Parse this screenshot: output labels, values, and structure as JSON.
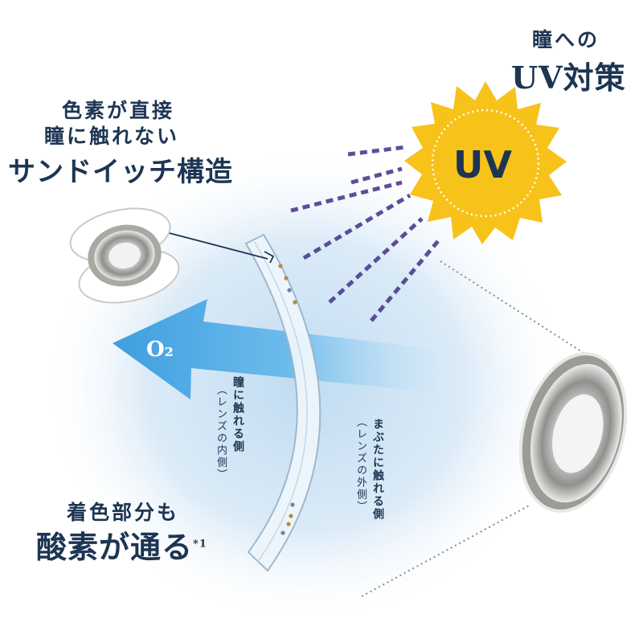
{
  "diagram": {
    "uv_heading": {
      "line1": "瞳への",
      "line2": "UV対策"
    },
    "sandwich_heading": {
      "line1": "色素が直接",
      "line2": "瞳に触れない",
      "line3": "サンドイッチ構造"
    },
    "oxygen_heading": {
      "line1": "着色部分も",
      "line2": "酸素が通る",
      "footnote": "*1"
    },
    "sun_label": "UV",
    "oxygen_arrow_label": "O₂",
    "inner_side_label": {
      "line1": "瞳に触れる側",
      "line2": "（レンズの内側）"
    },
    "outer_side_label": {
      "line1": "まぶたに触れる側",
      "line2": "（レンズの外側）"
    },
    "colors": {
      "text": "#1d3553",
      "sun": "#f7c21a",
      "uv_rays": "#4b3d8f",
      "oxygen_arrow": "#4aa7e3",
      "glow": "#bcd9f0"
    }
  }
}
